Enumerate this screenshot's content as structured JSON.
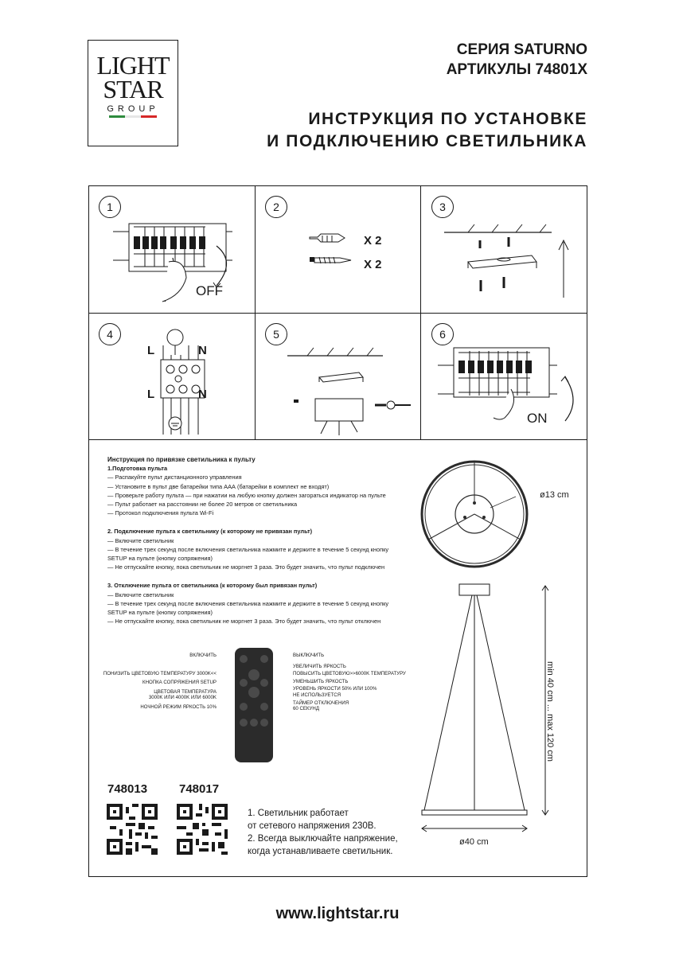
{
  "logo": {
    "line1": "LIGHT",
    "line2": "STAR",
    "line3": "GROUP",
    "flag_colors": [
      "#2e8b3e",
      "#ffffff",
      "#d62828"
    ]
  },
  "header": {
    "series": "СЕРИЯ SATURNO",
    "articles": "АРТИКУЛЫ 74801X",
    "title_line1": "ИНСТРУКЦИЯ ПО УСТАНОВКЕ",
    "title_line2": "И ПОДКЛЮЧЕНИЮ СВЕТИЛЬНИКА"
  },
  "steps": [
    {
      "number": "1",
      "caption": "OFF"
    },
    {
      "number": "2",
      "qty_anchor": "X 2",
      "qty_screw": "X 2"
    },
    {
      "number": "3"
    },
    {
      "number": "4",
      "label_l_top": "L",
      "label_n_top": "N",
      "label_l_bottom": "L",
      "label_n_bottom": "N"
    },
    {
      "number": "5"
    },
    {
      "number": "6",
      "caption": "ON"
    }
  ],
  "instructions": {
    "title": "Инструкция по привязке светильника к пульту",
    "sections": [
      {
        "heading": "1.Подготовка пульта",
        "lines": [
          "— Распакуйте пульт дистанционного управления",
          "— Установите в пульт две батарейки типа ААА (батарейки в комплект не входят)",
          "— Проверьте работу пульта — при нажатии на любую кнопку должен загораться индикатор на пульте",
          "— Пульт работает на расстоянии не более 20 метров от светильника",
          "— Протокол подключения пульта Wi-Fi"
        ]
      },
      {
        "heading": "2. Подключение пульта к светильнику (к которому не привязан пульт)",
        "lines": [
          "— Включите светильник",
          "— В течение трех секунд после включения светильника нажмите и держите в течение 5 секунд кнопку",
          "SETUP на пульте (кнопку сопряжения)",
          "— Не отпускайте кнопку, пока светильник не моргнет 3 раза. Это будет значить, что пульт подключен"
        ]
      },
      {
        "heading": "3. Отключение пульта от светильника (к которому был привязан пульт)",
        "lines": [
          "— Включите светильник",
          "— В течение трех секунд после включения светильника нажмите и держите в течение 5 секунд кнопку",
          "SETUP на пульте (кнопку сопряжения)",
          "— Не отпускайте кнопку, пока светильник не моргнет 3 раза. Это будет значить, что пульт отключен"
        ]
      }
    ]
  },
  "remote": {
    "left": [
      "ВКЛЮЧИТЬ",
      "ПОНИЗИТЬ ЦВЕТОВУЮ ТЕМПЕРАТУРУ 3000K<<",
      "КНОПКА СОПРЯЖЕНИЯ SETUP",
      "ЦВЕТОВАЯ ТЕМПЕРАТУРА",
      "3000K ИЛИ 4000K ИЛИ 6000K",
      "НОЧНОЙ РЕЖИМ ЯРКОСТЬ 10%"
    ],
    "right": [
      "ВЫКЛЮЧИТЬ",
      "УВЕЛИЧИТЬ ЯРКОСТЬ",
      "ПОВЫСИТЬ ЦВЕТОВУЮ>>6000K ТЕМПЕРАТУРУ",
      "УМЕНЬШИТЬ ЯРКОСТЬ",
      "УРОВЕНЬ ЯРКОСТИ 50% ИЛИ 100%",
      "НЕ ИСПОЛЬЗУЕТСЯ",
      "ТАЙМЕР ОТКЛЮЧЕНИЯ",
      "60 СЕКУНД"
    ]
  },
  "articles": [
    "748013",
    "748017"
  ],
  "notes": [
    "1. Светильник работает",
    "от сетевого напряжения 230В.",
    "2. Всегда выключайте напряжение,",
    "когда устанавливаете светильник."
  ],
  "dimensions": {
    "canopy": "ø13 cm",
    "diameter": "ø40 cm",
    "height": "min 40 cm ... max 120 cm"
  },
  "footer": {
    "url": "www.lightstar.ru"
  }
}
